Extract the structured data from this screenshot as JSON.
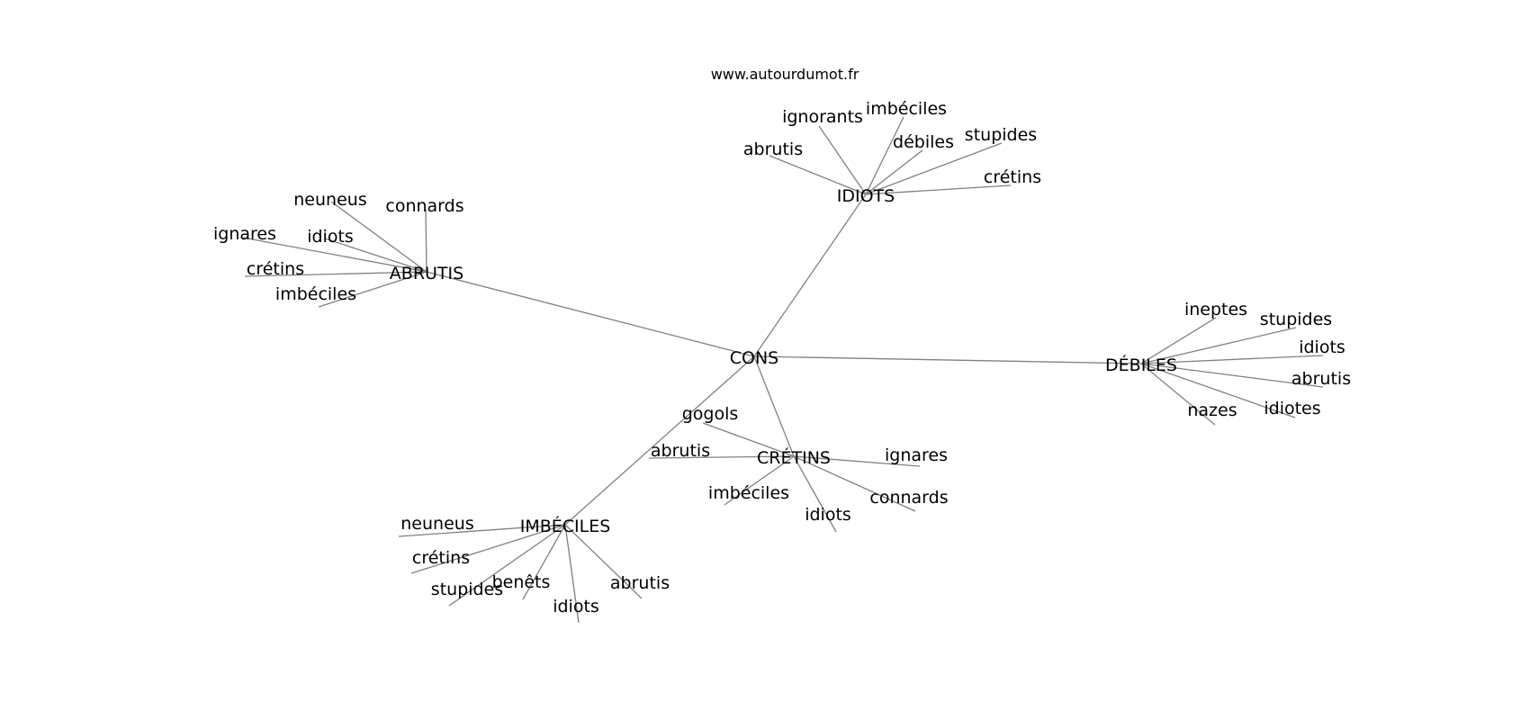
{
  "source": "www.autourdumot.fr",
  "graph": {
    "center": "CONS",
    "hubs": [
      {
        "id": "abrutis_hub",
        "label": "ABRUTIS",
        "leaves": [
          "neuneus",
          "connards",
          "ignares",
          "idiots",
          "crétins",
          "imbéciles"
        ]
      },
      {
        "id": "idiots_hub",
        "label": "IDIOTS",
        "leaves": [
          "ignorants",
          "imbéciles",
          "abrutis",
          "débiles",
          "stupides",
          "crétins"
        ]
      },
      {
        "id": "debiles_hub",
        "label": "DÉBILES",
        "leaves": [
          "ineptes",
          "stupides",
          "idiots",
          "abrutis",
          "idiotes",
          "nazes"
        ]
      },
      {
        "id": "cretins_hub",
        "label": "CRÉTINS",
        "leaves": [
          "gogols",
          "abrutis",
          "ignares",
          "imbéciles",
          "connards",
          "idiots"
        ]
      },
      {
        "id": "imbeciles_hub",
        "label": "IMBÉCILES",
        "leaves": [
          "neuneus",
          "crétins",
          "stupides",
          "benêts",
          "abrutis",
          "idiots"
        ]
      }
    ]
  }
}
